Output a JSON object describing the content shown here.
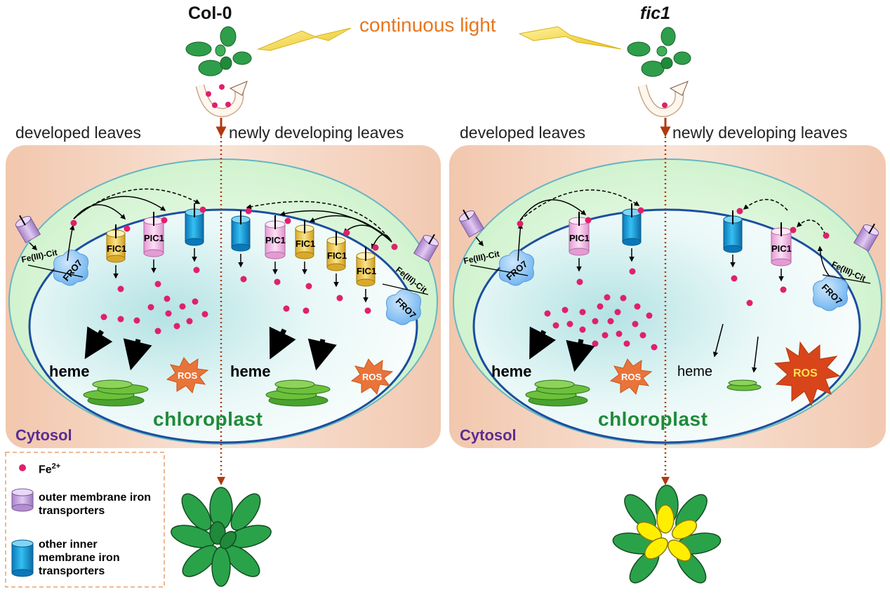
{
  "top": {
    "left_genotype": "Col-0",
    "right_genotype": "fic1",
    "condition": "continuous light"
  },
  "panels": [
    {
      "region_left": "developed leaves",
      "region_right": "newly developing leaves",
      "cytosol": "Cytosol",
      "chloroplast": "chloroplast",
      "heme_left": "heme",
      "heme_right": "heme",
      "ros_left": "ROS",
      "ros_right": "ROS",
      "fe_cit_left": "Fe(III)-Cit",
      "fe_cit_right": "Fe(III)-Cit",
      "fro7_left": "FRO7",
      "fro7_right": "FRO7",
      "fic1": "FIC1",
      "pic1": "PIC1"
    },
    {
      "region_left": "developed leaves",
      "region_right": "newly developing leaves",
      "cytosol": "Cytosol",
      "chloroplast": "chloroplast",
      "heme_left": "heme",
      "heme_right": "heme",
      "ros_left": "ROS",
      "ros_right": "ROS",
      "fe_cit_left": "Fe(III)-Cit",
      "fe_cit_right": "Fe(III)-Cit",
      "fro7_left": "FRO7",
      "fro7_right": "FRO7",
      "pic1": "PIC1"
    }
  ],
  "legend": {
    "fe_label": "Fe",
    "fe_charge": "2+",
    "outer_membrane": "outer membrane iron transporters",
    "inner_membrane": "other inner membrane iron transporters"
  },
  "colors": {
    "fe_dot": "#e0206a",
    "outer_transporter": "#c9a8e0",
    "inner_transporter": "#1aa3e0",
    "fic1_transporter": "#f3d36b",
    "pic1_transporter": "#f7c6e8",
    "fro7": "#8cc6f5",
    "chloroplast_membrane": "#1b4ea0",
    "leaf_green": "#1f9e3a",
    "chlorotic_yellow": "#ffee00",
    "ros": "#e9743a",
    "condition_text": "#e8761e",
    "arrow_dotted": "#b03a10"
  }
}
